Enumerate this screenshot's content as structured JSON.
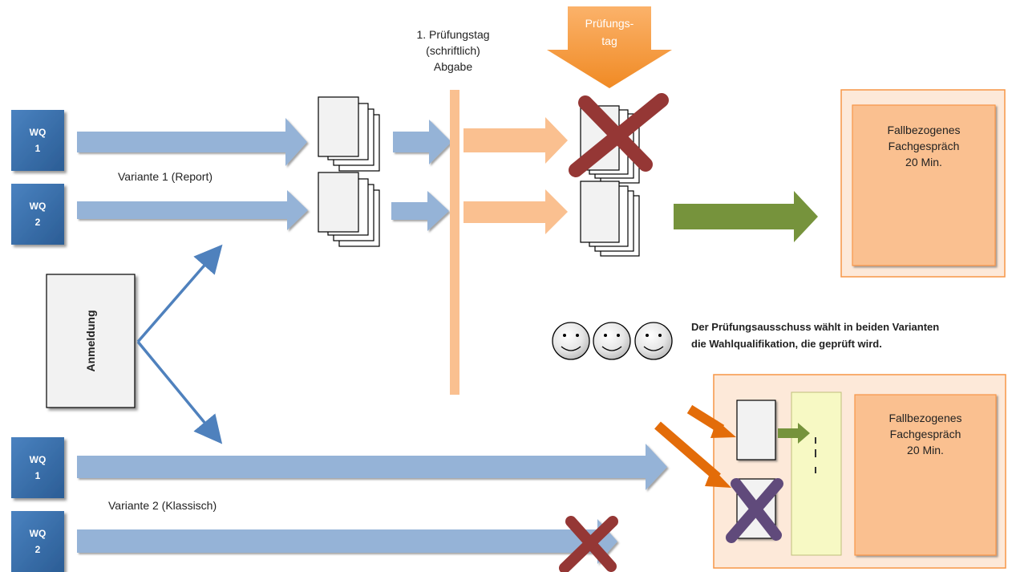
{
  "wq_boxes": [
    {
      "line1": "WQ",
      "line2": "1"
    },
    {
      "line1": "WQ",
      "line2": "2"
    },
    {
      "line1": "WQ",
      "line2": "1"
    },
    {
      "line1": "WQ",
      "line2": "2"
    }
  ],
  "variant1_label": "Variante 1 (Report)",
  "variant2_label": "Variante 2 (Klassisch)",
  "registration_label": "Anmeldung",
  "exam_day_1": {
    "line1": "1. Prüfungstag",
    "line2": "(schriftlich)",
    "line3": "Abgabe"
  },
  "exam_day_arrow": {
    "line1": "Prüfungs-",
    "line2": "tag"
  },
  "panel_top": {
    "line1": "Fallbezogenes",
    "line2": "Fachgespräch",
    "line3": "20 Min."
  },
  "panel_bottom": {
    "line1": "Fallbezogenes",
    "line2": "Fachgespräch",
    "line3": "20 Min."
  },
  "committee_note": {
    "line1": "Der Prüfungsausschuss wählt in beiden Varianten",
    "line2": "die Wahlqualifikation, die geprüft wird."
  },
  "colors": {
    "wq_blue": "#3a6ea5",
    "arrow_blue": "#95b3d7",
    "arrow_peach": "#fac090",
    "arrow_orange": "#f59b3c",
    "arrow_green": "#76933c",
    "cross_red": "#953735",
    "cross_purple": "#604a7b",
    "panel_fill": "#fac090",
    "panel_border": "#f79646",
    "yellow_box": "#f7f9c4",
    "diag_blue": "#4f81bd",
    "orange_dark": "#e36c09"
  }
}
